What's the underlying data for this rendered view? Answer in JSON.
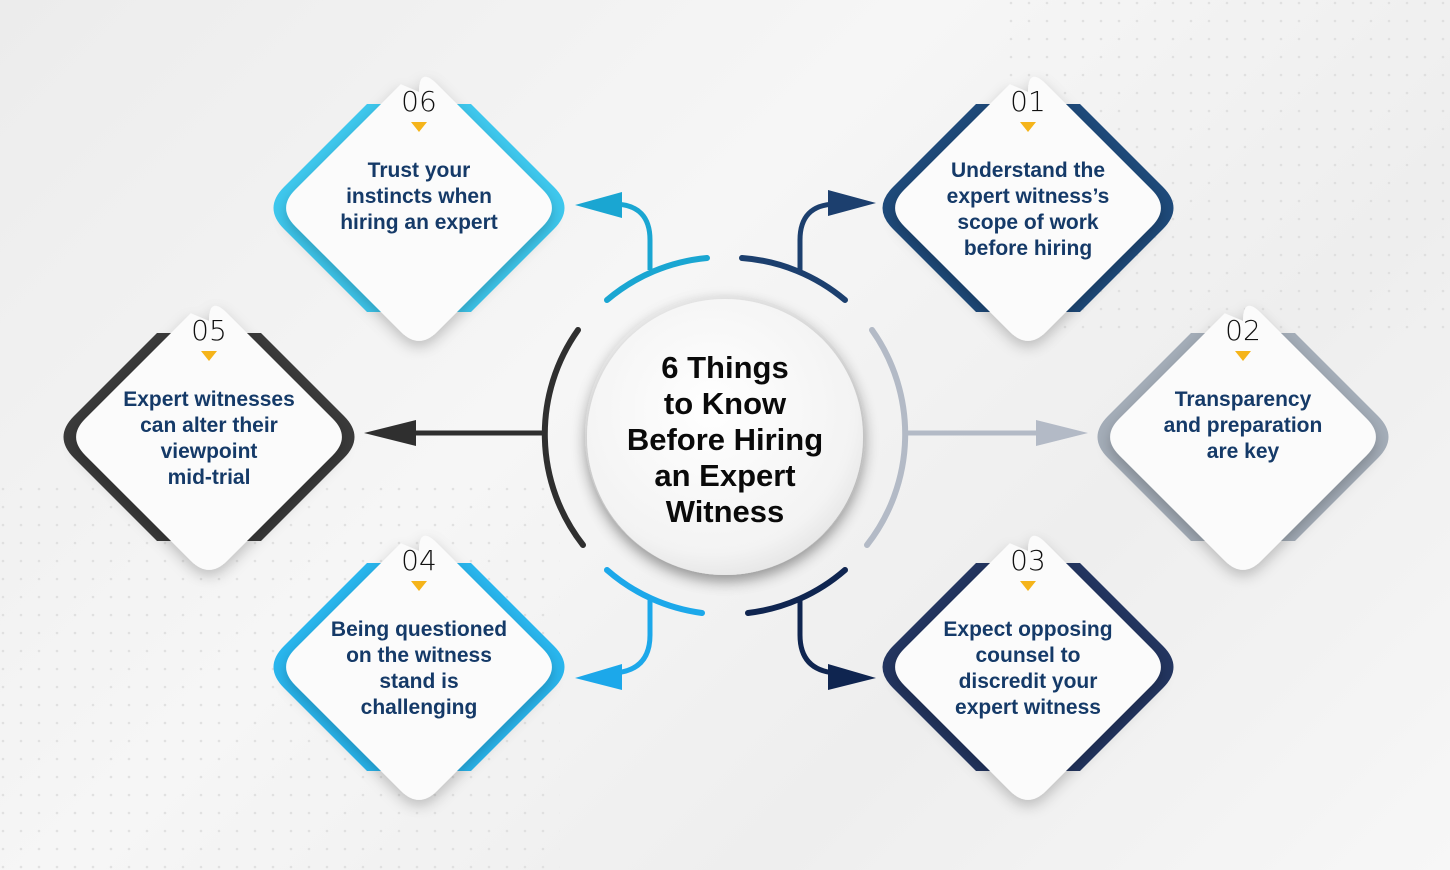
{
  "title": "6 Things to Know Before Hiring an Expert Witness",
  "title_lines": [
    "6 Things",
    "to Know",
    "Before Hiring",
    "an Expert",
    "Witness"
  ],
  "items": [
    {
      "number": "01",
      "lines": [
        "Understand the",
        "expert witness’s",
        "scope of work",
        "before hiring"
      ],
      "color": "#1e4a7a"
    },
    {
      "number": "02",
      "lines": [
        "Transparency",
        "and preparation",
        "are key"
      ],
      "color": "#a4adb8"
    },
    {
      "number": "03",
      "lines": [
        "Expect opposing",
        "counsel to",
        "discredit your",
        "expert witness"
      ],
      "color": "#233560"
    },
    {
      "number": "04",
      "lines": [
        "Being questioned",
        "on the witness",
        "stand is",
        "challenging"
      ],
      "color": "#29b6ee"
    },
    {
      "number": "05",
      "lines": [
        "Expert witnesses",
        "can alter their",
        "viewpoint",
        "mid-trial"
      ],
      "color": "#3a3a3a"
    },
    {
      "number": "06",
      "lines": [
        "Trust your",
        "instincts when",
        "hiring an expert"
      ],
      "color": "#3ec8ee"
    }
  ],
  "accent": "#f5b41a"
}
